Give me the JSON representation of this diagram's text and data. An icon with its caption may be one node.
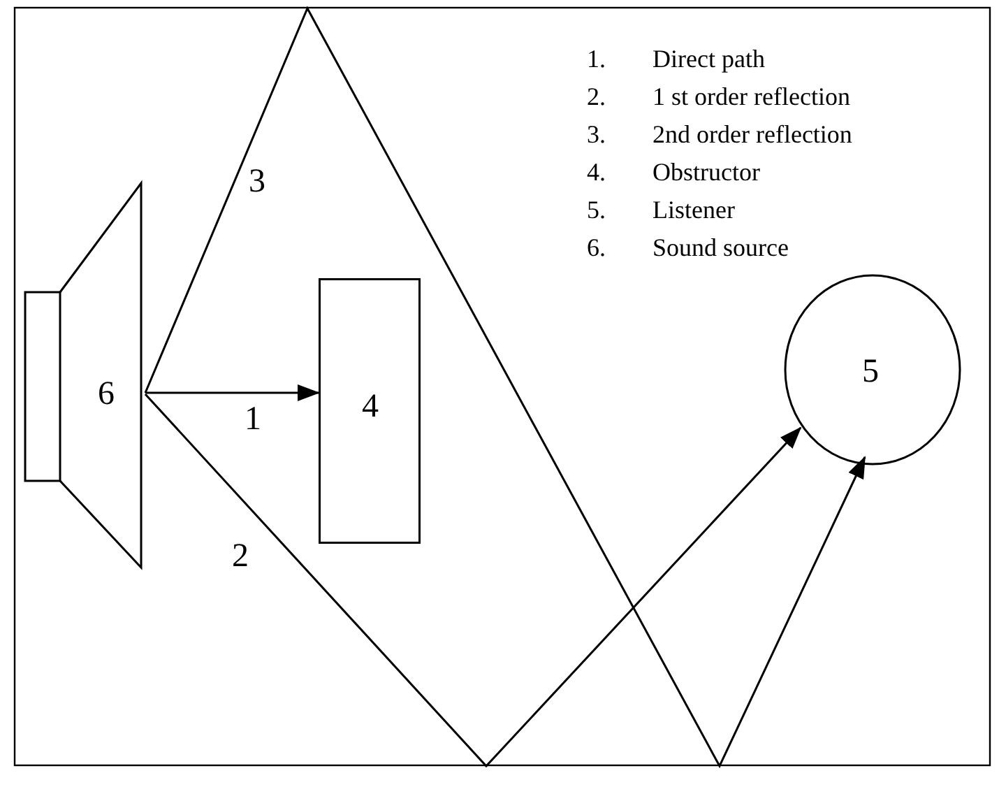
{
  "diagram": {
    "nodes": [
      {
        "text": [
          "6"
        ]
      },
      {
        "text": [
          "4"
        ]
      },
      {
        "text": [
          "5"
        ]
      }
    ],
    "edges": [
      {
        "from": 0,
        "to": 1,
        "arrow": "to",
        "label": "1"
      },
      {
        "from": 0,
        "to": 2,
        "arrow": "to",
        "label": "2"
      },
      {
        "from": 0,
        "to": 2,
        "arrow": "to",
        "label": "3"
      }
    ],
    "labels": [
      "1.",
      "Direct path",
      "2.",
      "1 st order reflection",
      "3.",
      "2nd order reflection",
      "4.",
      "Obstructor",
      "5.",
      "Listener",
      "6.",
      "Sound source"
    ]
  }
}
